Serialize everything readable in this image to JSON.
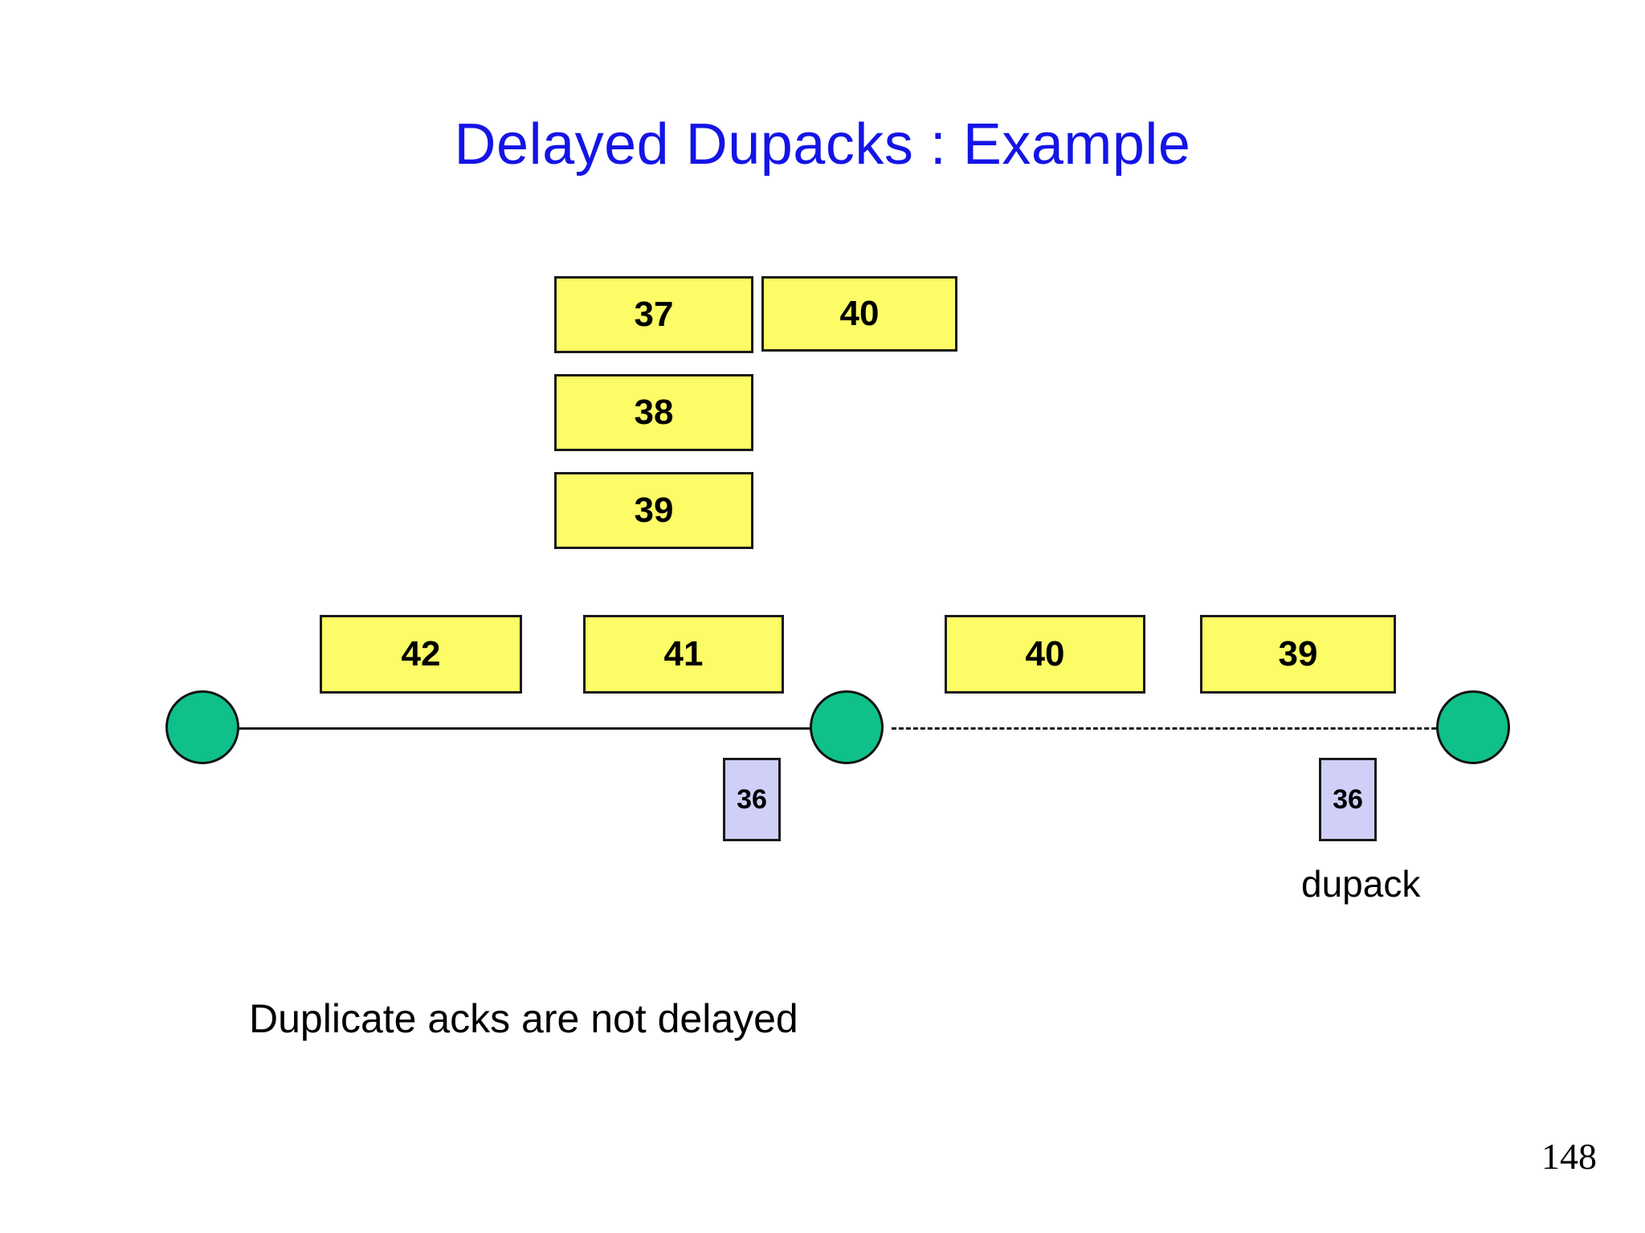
{
  "slide": {
    "title": "Delayed Dupacks : Example",
    "title_color": "#1414E6",
    "page_number": "148",
    "caption": "Duplicate acks are not delayed",
    "background": "#ffffff"
  },
  "colors": {
    "segment_fill": "#FCFC66",
    "ack_fill": "#CFCFF7",
    "node_fill": "#0FC08A",
    "stroke": "#1a1a1a",
    "title": "#1414E6"
  },
  "diagram": {
    "nodes": [
      {
        "name": "sender-node",
        "label": ""
      },
      {
        "name": "middle-node",
        "label": ""
      },
      {
        "name": "receiver-node",
        "label": ""
      }
    ],
    "links": [
      {
        "name": "left-link",
        "style": "solid"
      },
      {
        "name": "right-link",
        "style": "dashed"
      }
    ],
    "queued_segments": [
      {
        "label": "37"
      },
      {
        "label": "38"
      },
      {
        "label": "39"
      }
    ],
    "departed_segment": {
      "label": "40"
    },
    "inflight_segments_left": [
      {
        "label": "42"
      },
      {
        "label": "41"
      }
    ],
    "inflight_segments_right": [
      {
        "label": "40"
      },
      {
        "label": "39"
      }
    ],
    "acks": [
      {
        "label": "36",
        "name": "ack-middle"
      },
      {
        "label": "36",
        "name": "ack-right"
      }
    ],
    "dupack_label": "dupack"
  }
}
